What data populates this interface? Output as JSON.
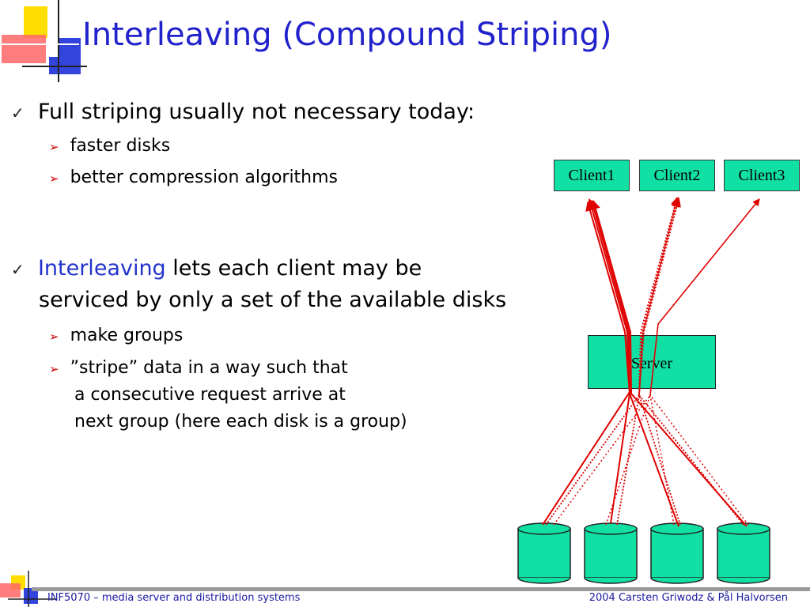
{
  "title": "Interleaving (Compound Striping)",
  "bullets": [
    {
      "text": "Full striping usually not necessary today:",
      "sub": [
        "faster disks",
        "better compression algorithms"
      ]
    },
    {
      "highlight": "Interleaving",
      "text_line1": " lets each client may be",
      "text_line2": "serviced by only a set of the available disks",
      "sub": [
        "make groups"
      ],
      "sub2_lines": [
        "”stripe” data in a way such that",
        "a consecutive request arrive at",
        "next group (here each disk is a group)"
      ]
    }
  ],
  "diagram": {
    "clients": [
      "Client1",
      "Client2",
      "Client3"
    ],
    "server": "Server",
    "disk_count": 4
  },
  "footer": {
    "left": "INF5070 – media server and distribution systems",
    "right": "2004  Carsten Griwodz & Pål Halvorsen"
  },
  "colors": {
    "title": "#2222cc",
    "node_fill": "#11e0a5",
    "arrow": "#e00000",
    "accent_yellow": "#ffdd00",
    "accent_blue": "#3344dd"
  }
}
